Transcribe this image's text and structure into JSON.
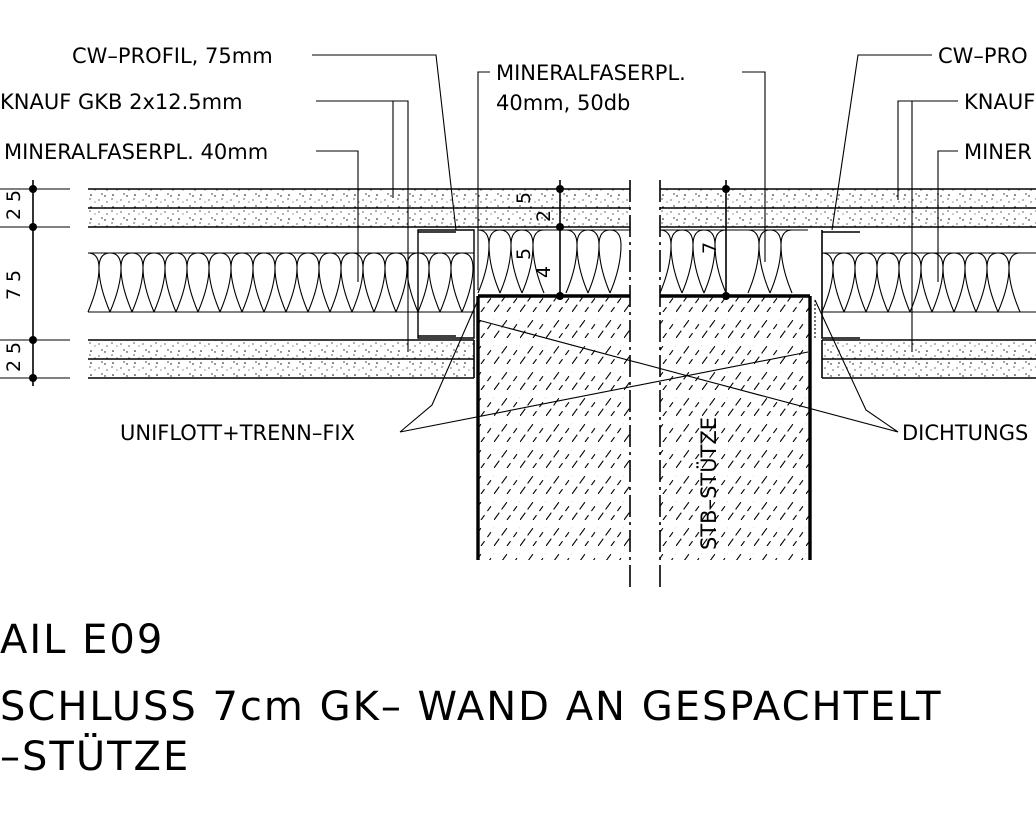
{
  "labels": {
    "cw_profil_left": "CW–PROFIL, 75mm",
    "knauf_left": "KNAUF GKB 2x12.5mm",
    "mineral_left": "MINERALFASERPL. 40mm",
    "mineral_center_1": "MINERALFASERPL.",
    "mineral_center_2": "40mm, 50db",
    "cw_profil_right": "CW–PRO",
    "knauf_right": "KNAUF",
    "mineral_right": "MINER",
    "uniflott": "UNIFLOTT+TRENN–FIX",
    "dichtung": "DICHTUNGS",
    "stuetze": "STB–STÜTZE"
  },
  "dimensions": {
    "left_top": "2",
    "left_top_sup": "5",
    "left_mid": "7",
    "left_mid_sup": "5",
    "left_bot": "2",
    "left_bot_sup": "5",
    "center_top": "2",
    "center_top_sup": "5",
    "center_mid": "4",
    "center_mid_sup": "5",
    "right_mid": "7"
  },
  "title": {
    "line1": "AIL E09",
    "line2": "SCHLUSS 7cm GK– WAND AN GESPACHTELT",
    "line3": "–STÜTZE"
  }
}
